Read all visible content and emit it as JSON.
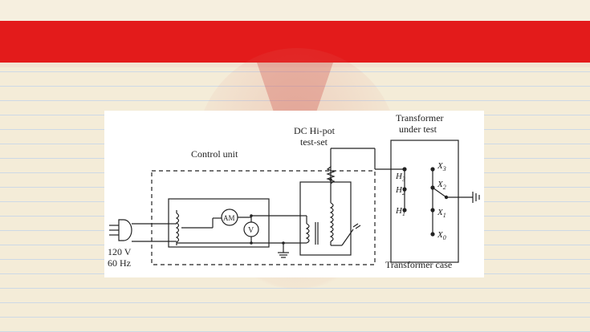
{
  "slide": {
    "background_color": "#f4ecd8",
    "band_color": "#e31b1b"
  },
  "diagram": {
    "labels": {
      "control_unit": "Control unit",
      "hipot_line1": "DC Hi-pot",
      "hipot_line2": "test-set",
      "transformer_line1": "Transformer",
      "transformer_line2": "under test",
      "transformer_case": "Transformer case",
      "supply_line1": "120 V",
      "supply_line2": "60 Hz",
      "ammeter": "AM",
      "voltmeter": "V"
    },
    "terminals": {
      "h3": "H",
      "h3_sub": "3",
      "h2": "H",
      "h2_sub": "2",
      "h1": "H",
      "h1_sub": "1",
      "x3": "X",
      "x3_sub": "3",
      "x2": "X",
      "x2_sub": "2",
      "x1": "X",
      "x1_sub": "1",
      "x0": "X",
      "x0_sub": "0"
    }
  }
}
